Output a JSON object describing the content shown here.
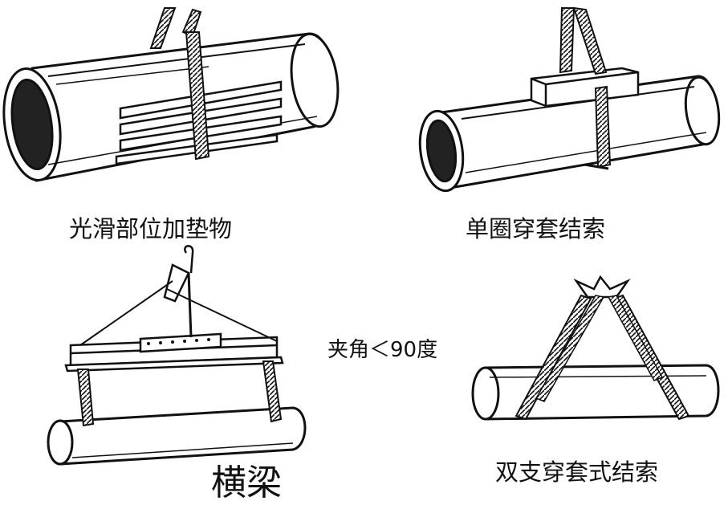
{
  "captions": {
    "smooth_pad": "光滑部位加垫物",
    "single_loop": "单圈穿套结索",
    "angle_note": "夹角＜90度",
    "beam": "横梁",
    "double_loop": "双支穿套式结索"
  },
  "colors": {
    "line": "#111111",
    "paper": "#ffffff"
  }
}
